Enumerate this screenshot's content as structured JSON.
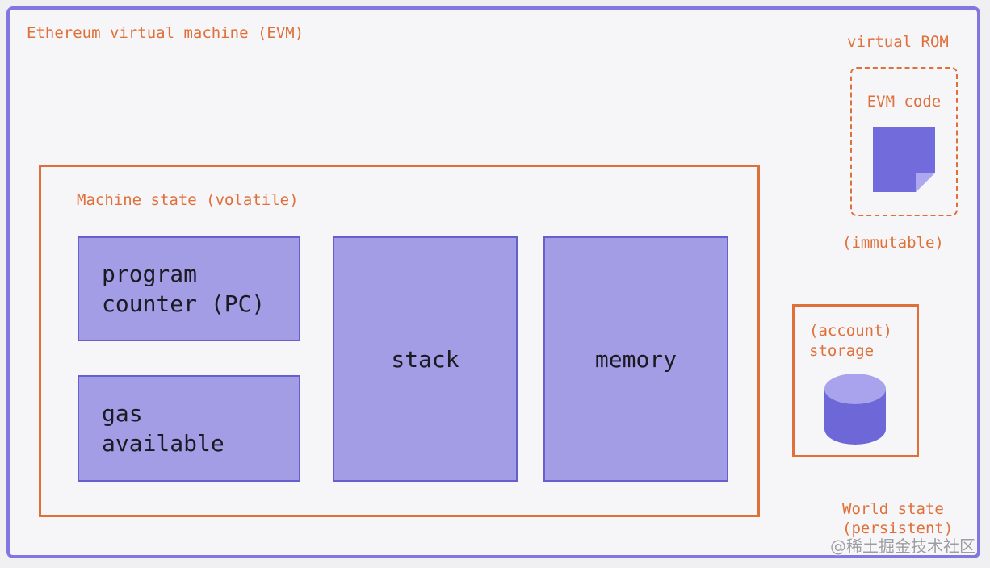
{
  "evm": {
    "title": "Ethereum virtual machine (EVM)"
  },
  "machine_state": {
    "label": "Machine state (volatile)",
    "program_counter": "program\ncounter (PC)",
    "gas_available": "gas\navailable",
    "stack": "stack",
    "memory": "memory"
  },
  "virtual_rom": {
    "label": "virtual ROM",
    "code_label": "EVM code",
    "note": "(immutable)"
  },
  "storage": {
    "label": "(account)\nstorage"
  },
  "world_state": {
    "label": "World state\n(persistent)"
  },
  "watermark": "@稀土掘金技术社区",
  "colors": {
    "accent_orange": "#E0703A",
    "frame_purple": "#8276E0",
    "box_fill": "#A39DE5",
    "box_border": "#675FCE",
    "icon_purple": "#716BDB",
    "icon_purple_light": "#ACA7EE",
    "dark_text": "#1B1A22",
    "surface": "#F6F5F7",
    "watermark_gray": "#9C9CA3"
  }
}
